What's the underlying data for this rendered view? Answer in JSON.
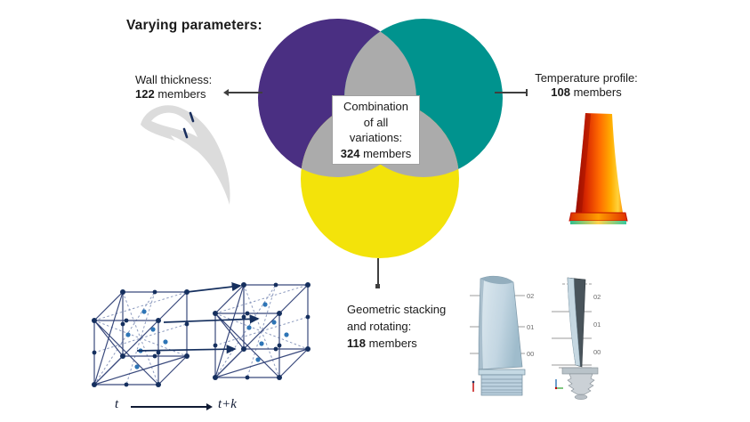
{
  "title": "Varying parameters:",
  "venn": {
    "sets": [
      {
        "id": "wall-thickness",
        "color": "#4A2F82"
      },
      {
        "id": "temperature-profile",
        "color": "#00938E"
      },
      {
        "id": "geometric-stacking",
        "color": "#F3E30A"
      }
    ],
    "overlap_color": "#ABABAB",
    "center_box": {
      "line1": "Combination",
      "line2": "of all",
      "line3": "variations:",
      "count": "324",
      "suffix": " members"
    }
  },
  "callouts": {
    "wall_thickness": {
      "label": "Wall thickness:",
      "count": "122",
      "suffix": " members"
    },
    "temperature": {
      "label": "Temperature profile:",
      "count": "108",
      "suffix": " members"
    },
    "geometric": {
      "label_line1": "Geometric stacking",
      "label_line2": "and rotating:",
      "count": "118",
      "suffix": " members"
    }
  },
  "temporal_graph": {
    "t_label": "t",
    "tk_label": "t+k"
  },
  "stacking_figure": {
    "left_sections": [
      "02",
      "01",
      "00"
    ],
    "right_sections": [
      "02",
      "01",
      "00"
    ]
  }
}
